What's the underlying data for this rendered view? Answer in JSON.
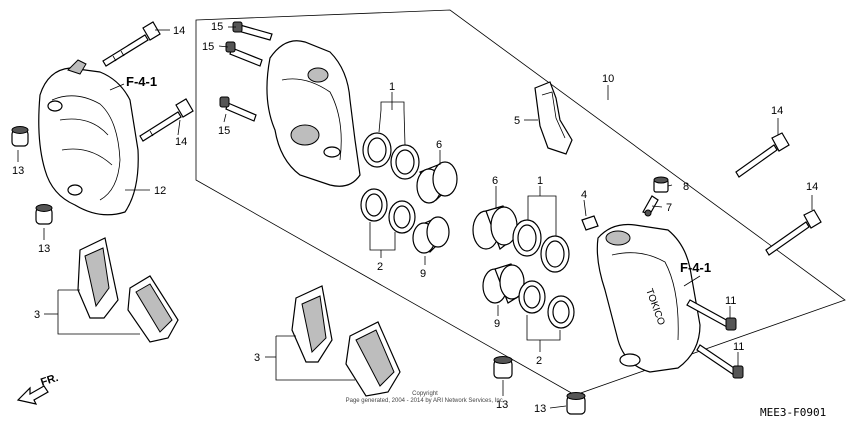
{
  "labels": {
    "c1": "1",
    "c1b": "1",
    "c2": "2",
    "c2b": "2",
    "c3": "3",
    "c3b": "3",
    "c4": "4",
    "c5": "5",
    "c6": "6",
    "c6b": "6",
    "c7": "7",
    "c8": "8",
    "c9": "9",
    "c9b": "9",
    "c10": "10",
    "c11": "11",
    "c11b": "11",
    "c12": "12",
    "c13a": "13",
    "c13b": "13",
    "c13c": "13",
    "c13d": "13",
    "c14a": "14",
    "c14b": "14",
    "c14c": "14",
    "c14d": "14",
    "c15a": "15",
    "c15b": "15",
    "c15c": "15"
  },
  "refs": {
    "f41_left": "F-4-1",
    "f41_right": "F-4-1"
  },
  "direction": "FR.",
  "brand": "TOKICO",
  "copyright_line1": "Copyright",
  "copyright_line2": "Page generated, 2004 - 2014 by ARI Network Services, Inc.",
  "diagram_code": "MEE3-F0901"
}
